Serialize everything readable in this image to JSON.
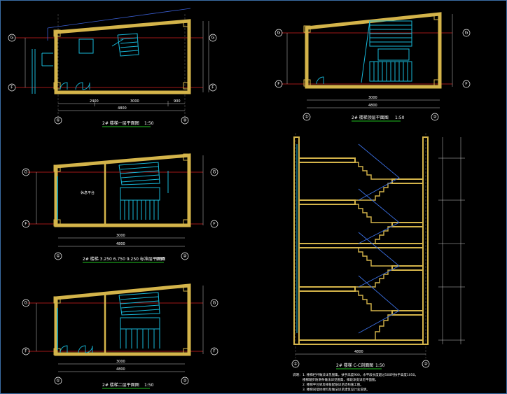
{
  "colors": {
    "background": "#000000",
    "wall": "#d4b44a",
    "stair": "#17b7d8",
    "axis_line": "#d42020",
    "dim": "#c8c8c8",
    "caption_underline": "#1fc01f",
    "text": "#ffffff"
  },
  "axis_labels": {
    "g": "G",
    "f": "F",
    "one": "①",
    "two": "②"
  },
  "drawings": {
    "plan1": {
      "caption": "2# 楼梯一层平面图",
      "scale": "1:50",
      "dim_total": "4800",
      "dim_mid": "3000",
      "dim_left": "2400",
      "dim_right": "900"
    },
    "plan2": {
      "caption": "2# 楼梯 3.250  6.750  9.250 标准层平面图",
      "scale": "1:50",
      "dim_total": "4800",
      "dim_mid": "3000",
      "label_room": "休息平台"
    },
    "plan3": {
      "caption": "2# 楼梯二层平面图",
      "scale": "1:50",
      "dim_total": "4800",
      "dim_mid": "3000"
    },
    "plan4": {
      "caption": "2# 楼梯顶层平面图",
      "scale": "1:50",
      "dim_total": "4800",
      "dim_mid": "3000"
    },
    "section": {
      "caption": "2# 楼梯  C-C剖面图",
      "scale": "1:50",
      "dim_total": "4800"
    }
  },
  "notes": {
    "title": "说明：",
    "lines": [
      "1. 楼梯栏杆做法详见图集，扶手高度900，水平段长度超过500时扶手高度1050。",
      "   楼梯踏步防滑条做法详见图集，梯段净宽详见平面图。",
      "2. 楼梯平台梁及梯板配筋详见结构施工图。",
      "3. 楼梯间墙体材料及做法详见建筑设计总说明。"
    ]
  }
}
